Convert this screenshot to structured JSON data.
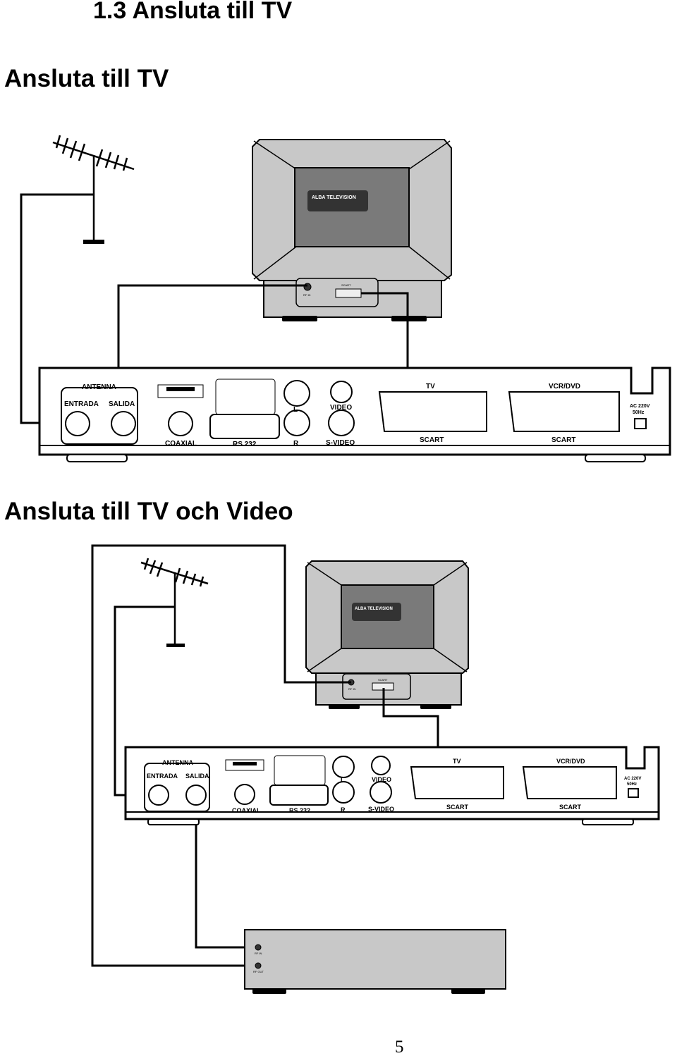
{
  "header": {
    "title": "1.3 Ansluta till TV"
  },
  "section1": {
    "title": "Ansluta till TV",
    "tv": {
      "brand": "ALBA TELEVISION",
      "rf_label": "RF IN",
      "scart_label": "SCART"
    },
    "receiver": {
      "antenna": "ANTENNA",
      "entrada": "ENTRADA",
      "salida": "SALIDA",
      "coaxial": "COAXIAL",
      "rs232": "RS 232",
      "audio_l": "L",
      "audio_r": "R",
      "video": "VIDEO",
      "svideo": "S-VIDEO",
      "tv": "TV",
      "vcr": "VCR/DVD",
      "scart": "SCART",
      "ac_line1": "AC 220V",
      "ac_line2": "50Hz"
    }
  },
  "section2": {
    "title": "Ansluta till TV och Video",
    "tv": {
      "brand": "ALBA TELEVISION",
      "rf_label": "RF IN",
      "scart_label": "SCART"
    },
    "vcr": {
      "rf_in": "RF IN",
      "rf_out": "RF OUT"
    }
  },
  "footer": {
    "page_number": "5"
  },
  "colors": {
    "device_gray": "#c8c8c8",
    "screen_gray": "#7a7a7a",
    "line": "#000000"
  }
}
